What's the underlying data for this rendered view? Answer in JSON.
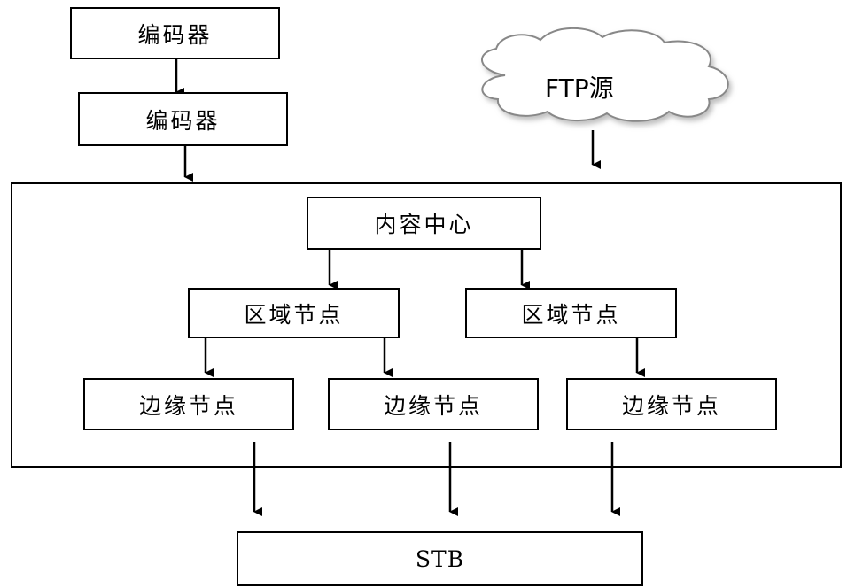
{
  "sources": {
    "encoder_top": "编码器",
    "encoder_bottom": "编码器",
    "ftp_source": "FTP源"
  },
  "network": {
    "content_center": "内容中心",
    "regional_nodes": [
      "区域节点",
      "区域节点"
    ],
    "edge_nodes": [
      "边缘节点",
      "边缘节点",
      "边缘节点"
    ]
  },
  "client": {
    "stb": "STB"
  },
  "colors": {
    "stroke": "#000000",
    "cloud_fill": "#ffffff",
    "cloud_stroke": "#888888"
  }
}
